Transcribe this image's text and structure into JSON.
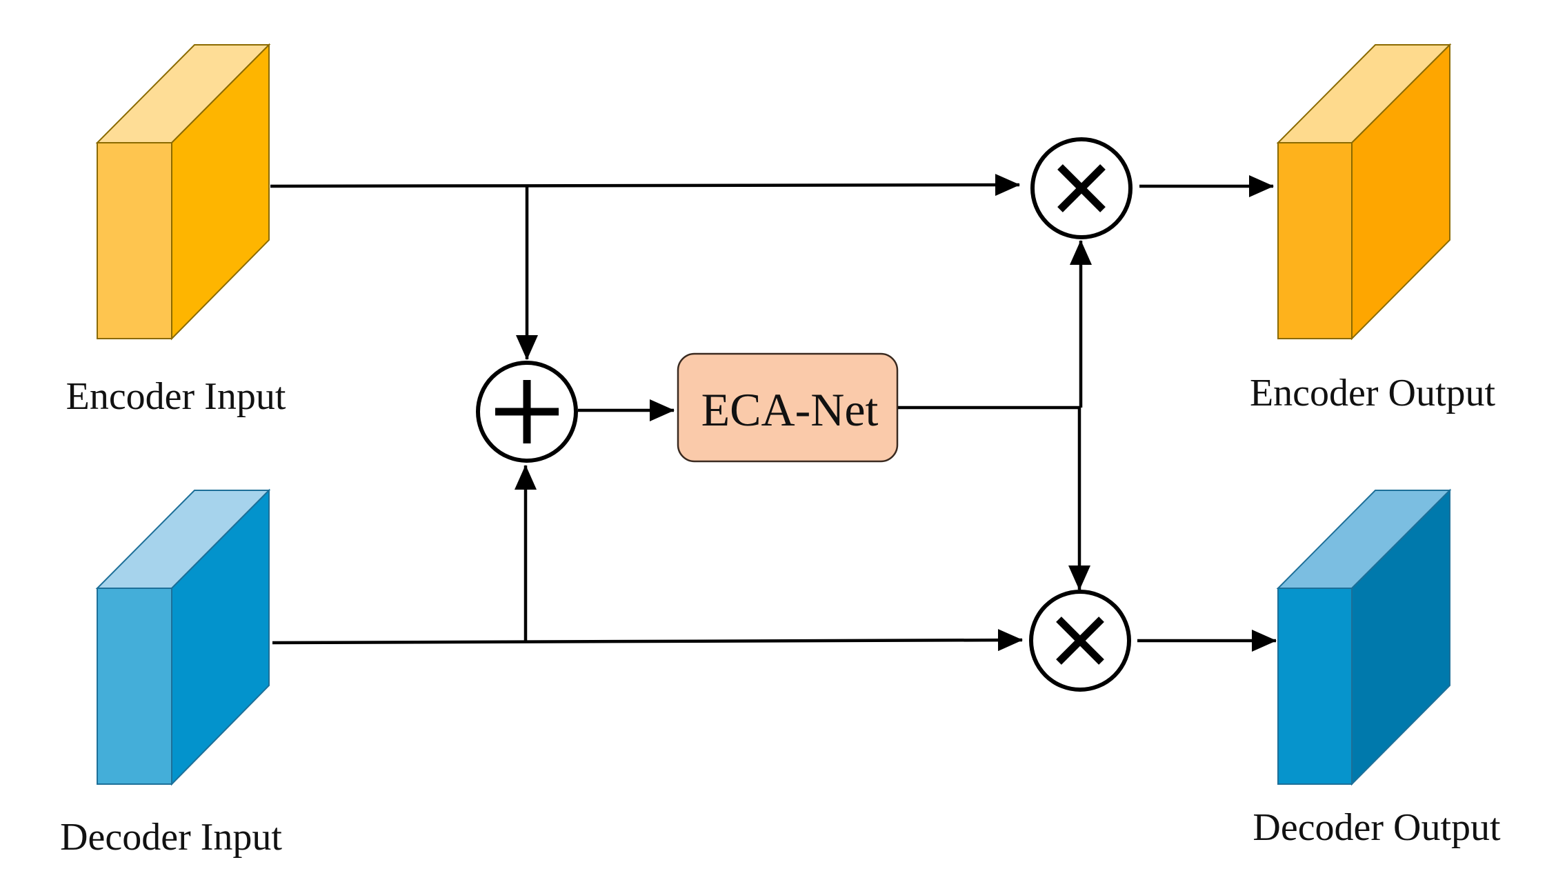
{
  "labels": {
    "encoder_input": "Encoder Input",
    "decoder_input": "Decoder Input",
    "encoder_output": "Encoder Output",
    "decoder_output": "Decoder Output",
    "eca_block": "ECA-Net"
  },
  "colors": {
    "encoder_input_front": "#FEC54F",
    "encoder_input_top": "#FEDD96",
    "encoder_input_side": "#FEB500",
    "encoder_output_front": "#FEB21C",
    "encoder_output_top": "#FEDA8D",
    "encoder_output_side": "#FEA600",
    "decoder_input_front": "#44AED9",
    "decoder_input_top": "#A6D3EC",
    "decoder_input_side": "#0393CC",
    "decoder_output_front": "#0694CC",
    "decoder_output_top": "#7BBEE1",
    "decoder_output_side": "#0079AC",
    "eca_fill": "#FACAAA",
    "eca_stroke": "#3A2A20",
    "line": "#000000"
  },
  "operators": {
    "add": "plus-icon",
    "multiply": "multiply-icon"
  }
}
